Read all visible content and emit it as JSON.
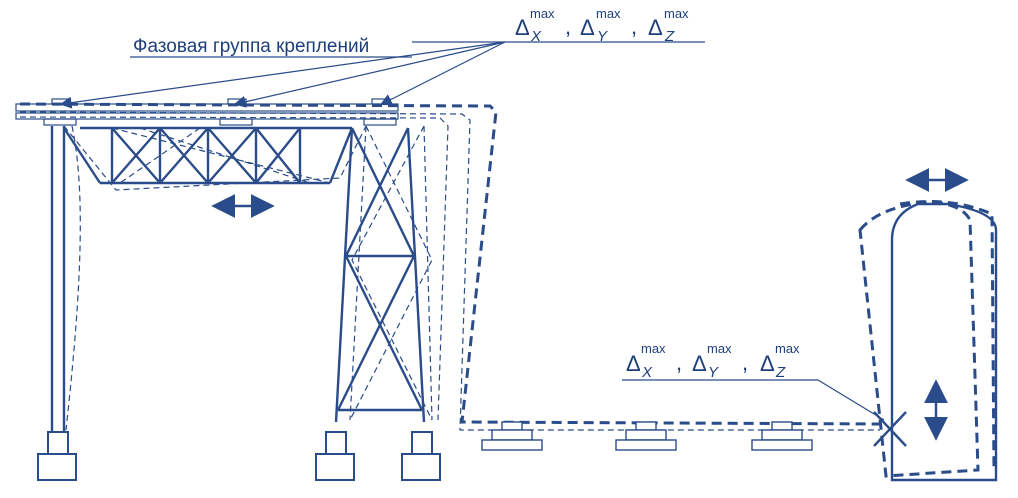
{
  "labels": {
    "phase_group": "Фазовая группа креплений",
    "delta_symbol": "Δ",
    "sup_max": "max",
    "axis_x": "X",
    "axis_y": "Y",
    "axis_z": "Z",
    "comma": ","
  },
  "colors": {
    "structure": "#2a4c8a",
    "text": "#1f3f7a",
    "background": "#ffffff"
  }
}
